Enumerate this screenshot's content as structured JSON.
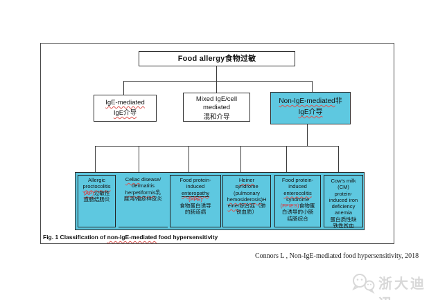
{
  "root_box": {
    "label": "Food allergy食物过敏"
  },
  "level2": {
    "ige": {
      "l1": "IgE-mediated",
      "l2": "IgE介导"
    },
    "mixed": {
      "l1": "Mixed IgE/cell",
      "l2": "mediated",
      "l3": "混和介导"
    },
    "non_ige": {
      "l1a": "Non-IgE-mediated",
      "l1b": "非",
      "l2": "IgE介导"
    }
  },
  "leaf_boxes": {
    "ap": {
      "l1": "Allergic",
      "l2": "proctocolitis",
      "l3a": "(AP)",
      "l3b": "过敏性",
      "l4": "直肠结肠炎"
    },
    "celiac": {
      "l1a": "Celiac",
      "l1b": " disease/",
      "l2": "dermatitis",
      "l3a": "herpetiformis",
      "l3b": "乳",
      "l4": "糜泻/疱疹样皮炎"
    },
    "fpe": {
      "l1": "Food protein-",
      "l2": "induced",
      "l3": "enteropathy",
      "l4": "(FPE)",
      "l5": "食物蛋白诱导",
      "l6": "的肠道病"
    },
    "heiner": {
      "l1": "Heiner",
      "l2": "syndrome",
      "l3": "(pulmonary",
      "l4a": "hemosiderosis",
      "l4b": ")H",
      "l5a": "einer",
      "l5b": "综合症（肺",
      "l6": "铁血质）"
    },
    "fpies": {
      "l1": "Food protein-",
      "l2": "induced",
      "l3": "enterocolitis",
      "l4": "syndrome",
      "l5a": "(FPIES)",
      "l5b": "食物蛋",
      "l6": "白诱导的小肠",
      "l7": "结肠综合"
    },
    "cm": {
      "l1": "Cow's milk",
      "l2": "(CM)",
      "l3": "protein-",
      "l4": "induced iron",
      "l5": "deficiency",
      "l6": "anemia",
      "l7": "蛋白质性缺",
      "l8": "铁性贫血"
    }
  },
  "caption": {
    "prefix": "Fig. 1 Classification of ",
    "highlight": "non-IgE-mediated",
    "suffix": " food hypersensitivity"
  },
  "citation": "Connors L , Non-IgE-mediated food hypersensitivity, 2018",
  "watermark": {
    "text": "浙大迪迅",
    "icon": "chat-bubbles-icon"
  },
  "colors": {
    "node_cyan": "#5EC8E0",
    "abbrev_red": "#E8262B",
    "connector": "#3C3C3C",
    "watermark_gray": "#D8D8D8"
  }
}
